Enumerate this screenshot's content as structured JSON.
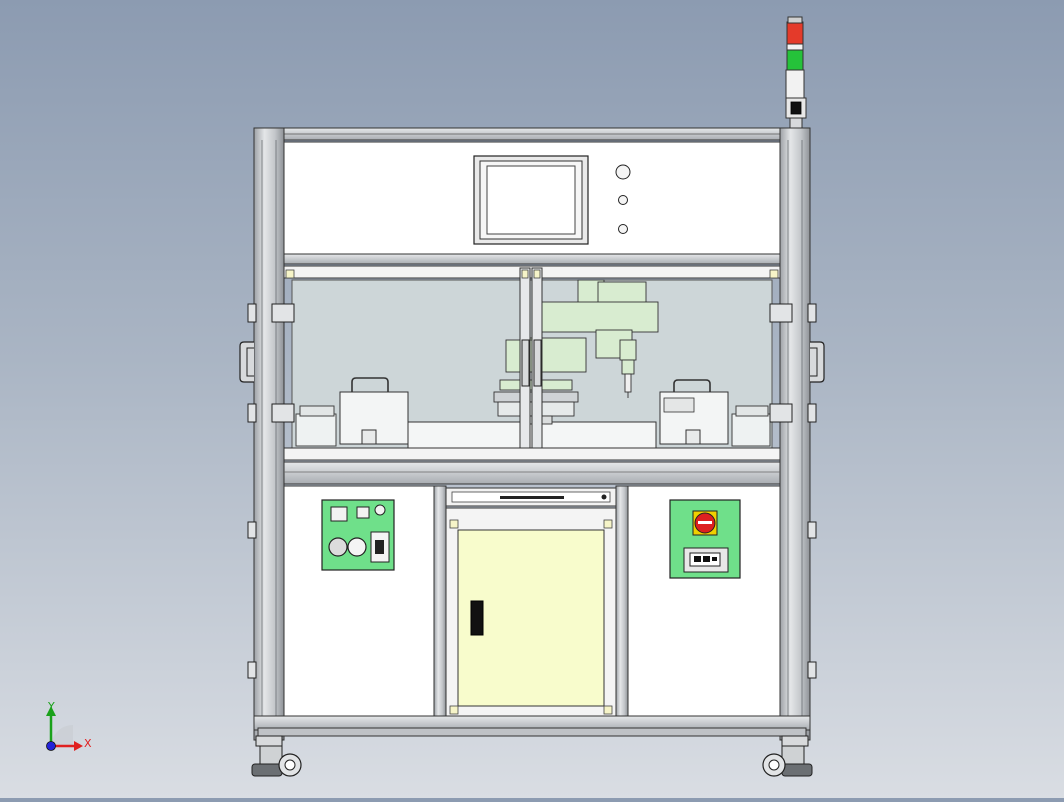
{
  "view": {
    "background_top": "#8c9bb1",
    "background_bottom": "#d9dde3",
    "render_style": "shaded-with-edges"
  },
  "triad": {
    "x_label": "X",
    "y_label": "Y",
    "x_color": "#e02020",
    "y_color": "#1aa11a",
    "z_color": "#2323d8"
  },
  "machine": {
    "frame_color": "#c9ccd0",
    "panel_color": "#ffffff",
    "window_tint": "#cdd6d8",
    "robot_color": "#d8ecd0",
    "door_color": "#f8fccc",
    "control_panel_color": "#6fe08a",
    "tower_light_colors": [
      "#e43a2a",
      "#f2f2f2",
      "#25c23a"
    ],
    "estop_color": "#dd2020",
    "estop_ring_color": "#f0d000",
    "hmi": {
      "buttons": 3
    },
    "casters": 2
  }
}
